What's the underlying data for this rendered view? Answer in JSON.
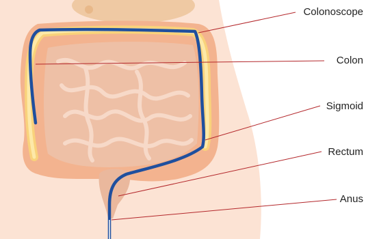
{
  "diagram": {
    "labels": {
      "colonoscope": "Colonoscope",
      "colon": "Colon",
      "sigmoid": "Sigmoid",
      "rectum": "Rectum",
      "anus": "Anus"
    },
    "colors": {
      "skin": "#fce3d4",
      "body_shade": "#f6d2bd",
      "colon_outer": "#f3b38f",
      "colon_inner": "#f9d27b",
      "colon_highlight": "#fde9a8",
      "small_intestine": "#eec0a6",
      "intestine_line": "#f7d9c8",
      "scope": "#1f4f9e",
      "leader_line": "#b3262a"
    }
  }
}
